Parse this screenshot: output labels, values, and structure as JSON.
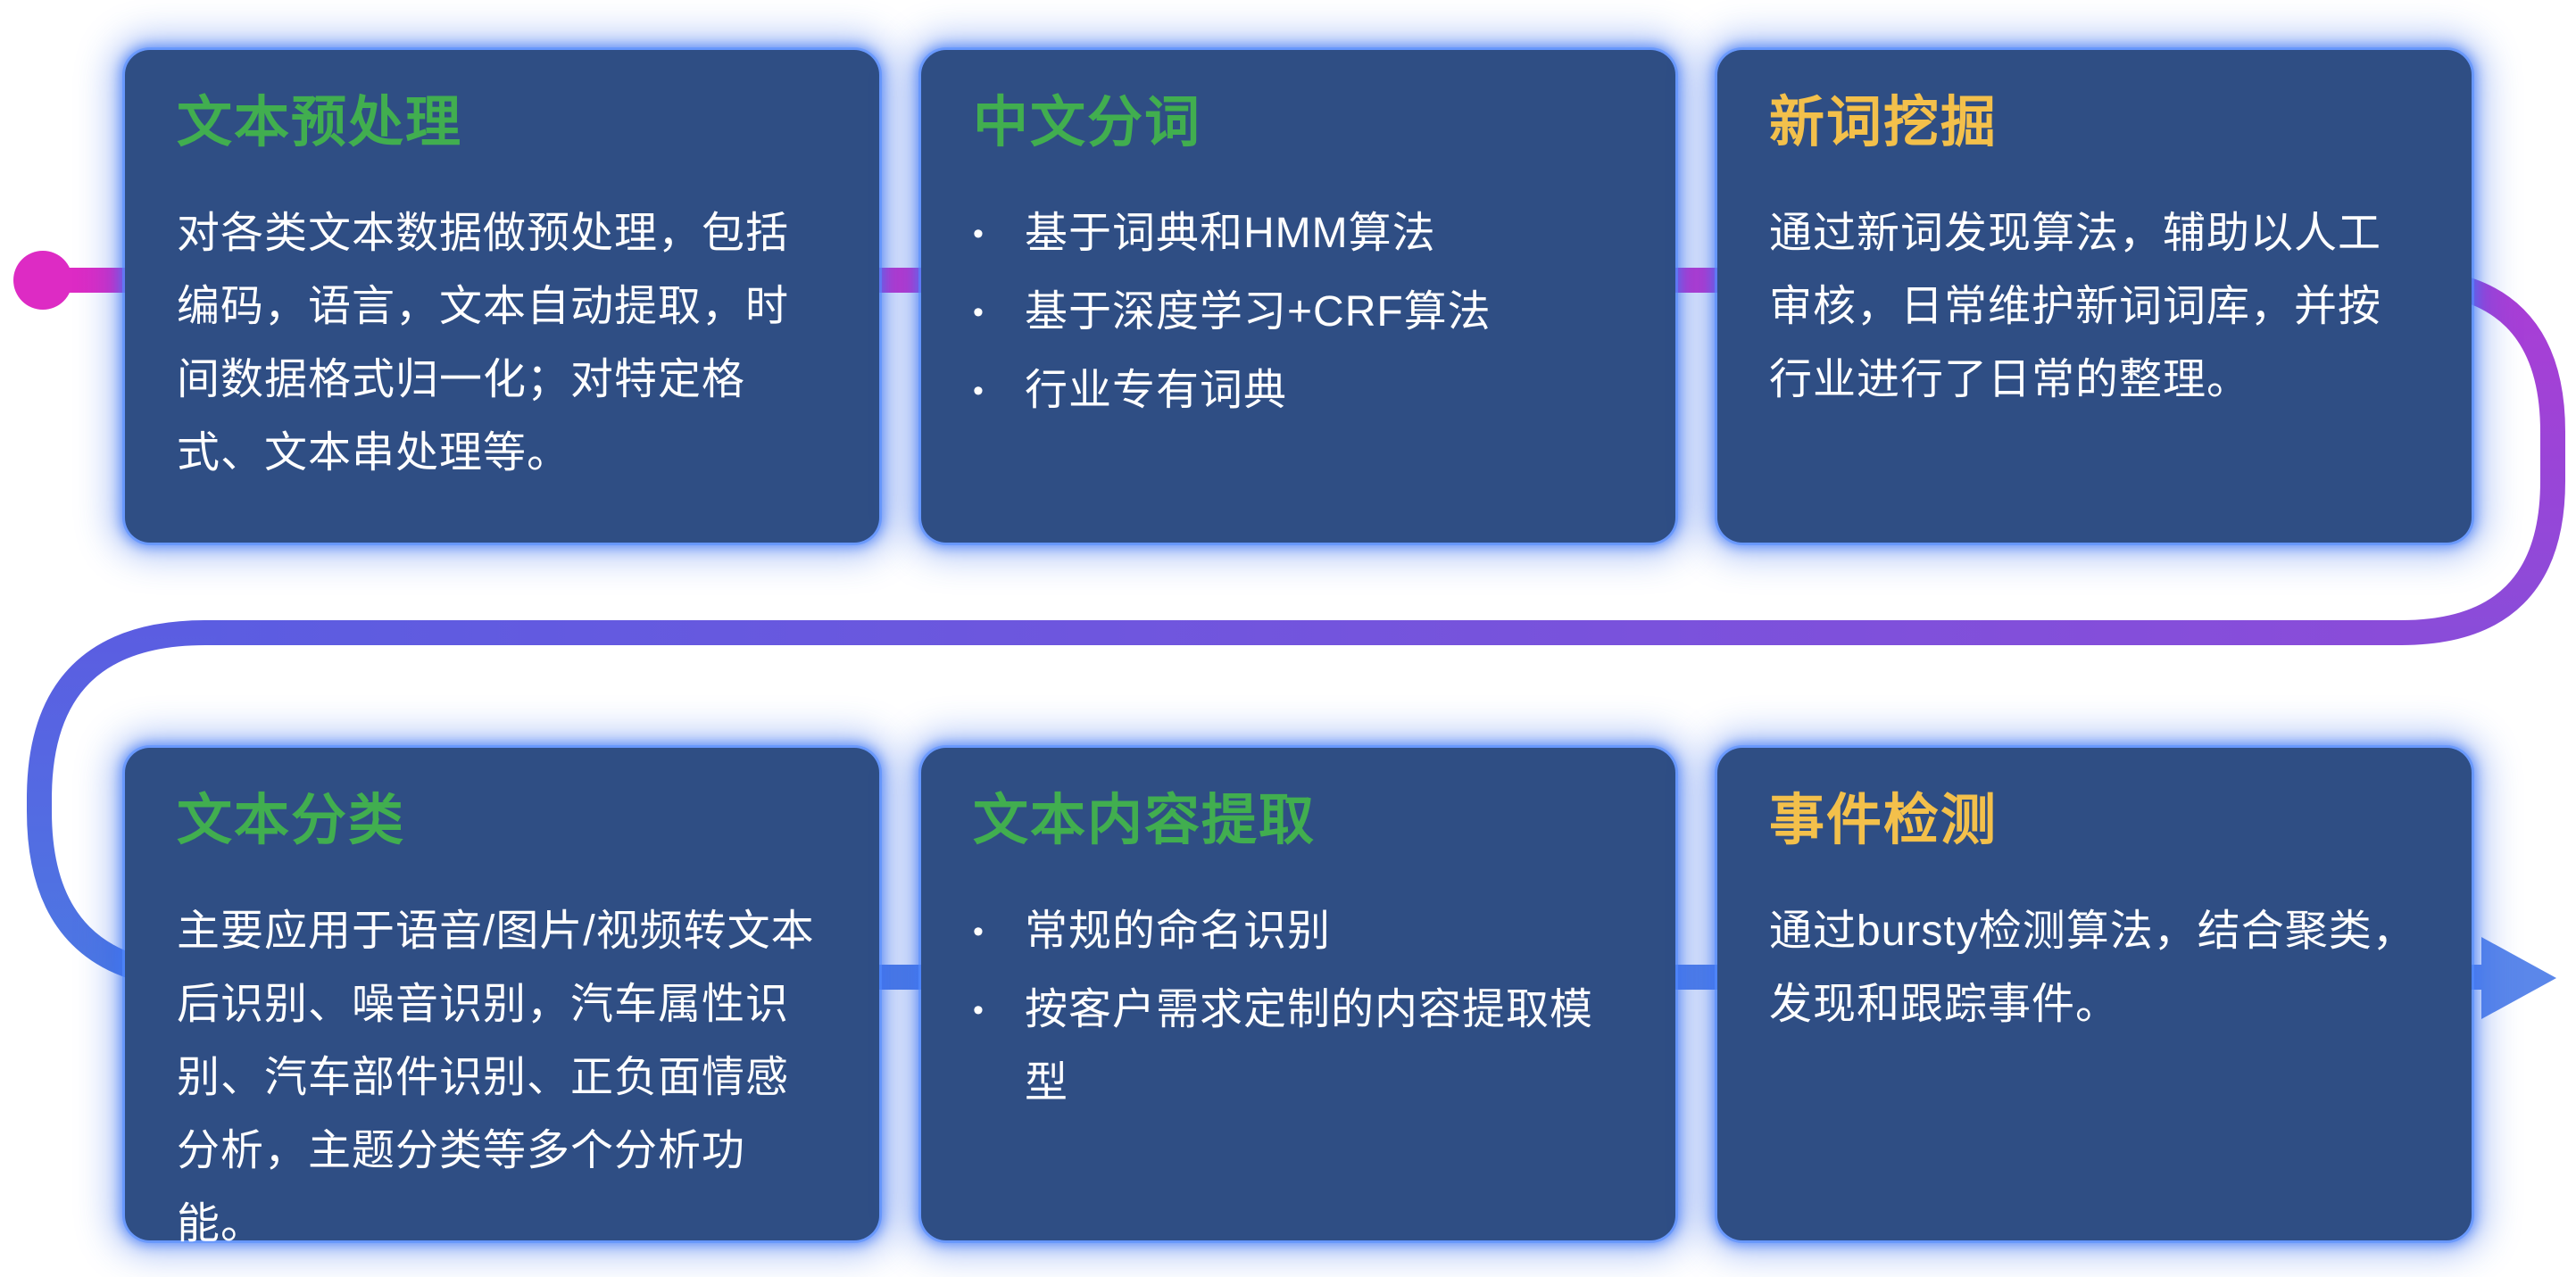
{
  "bullet_marker": "•",
  "cards": [
    {
      "id": "text-preprocessing",
      "title": "文本预处理",
      "title_color_role": "green",
      "body": "对各类文本数据做预处理，包括编码，语言，文本自动提取，时间数据格式归一化；对特定格式、文本串处理等。"
    },
    {
      "id": "chinese-word-segmentation",
      "title": "中文分词",
      "title_color_role": "green",
      "bullets": [
        "基于词典和HMM算法",
        "基于深度学习+CRF算法",
        "行业专有词典"
      ]
    },
    {
      "id": "new-word-mining",
      "title": "新词挖掘",
      "title_color_role": "yellow",
      "body": "通过新词发现算法，辅助以人工审核，日常维护新词词库，并按行业进行了日常的整理。"
    },
    {
      "id": "text-classification",
      "title": "文本分类",
      "title_color_role": "green",
      "body": "主要应用于语音/图片/视频转文本后识别、噪音识别，汽车属性识别、汽车部件识别、正负面情感分析，主题分类等多个分析功能。"
    },
    {
      "id": "text-content-extraction",
      "title": "文本内容提取",
      "title_color_role": "green",
      "bullets": [
        "常规的命名识别",
        "按客户需求定制的内容提取模型"
      ]
    },
    {
      "id": "event-detection",
      "title": "事件检测",
      "title_color_role": "yellow",
      "body": "通过bursty检测算法，结合聚类，发现和跟踪事件。"
    }
  ],
  "flow": {
    "direction": "left-to-right serpentine, row 1 then row 2",
    "start_marker": "magenta-dot",
    "end_marker": "blue-arrow-right"
  },
  "colors": {
    "background": "#ffffff",
    "card_bg": "#2f4e84",
    "card_glow": "#3a6fe0",
    "title_green": "#41ae4f",
    "title_yellow": "#f3c04b",
    "body_text": "#ffffff",
    "line_magenta": "#dd2bc4",
    "line_purple": "#8a4cd9",
    "line_indigo": "#5b5de1",
    "line_blue": "#4c78e3",
    "arrow_blue": "#5b87ea"
  }
}
